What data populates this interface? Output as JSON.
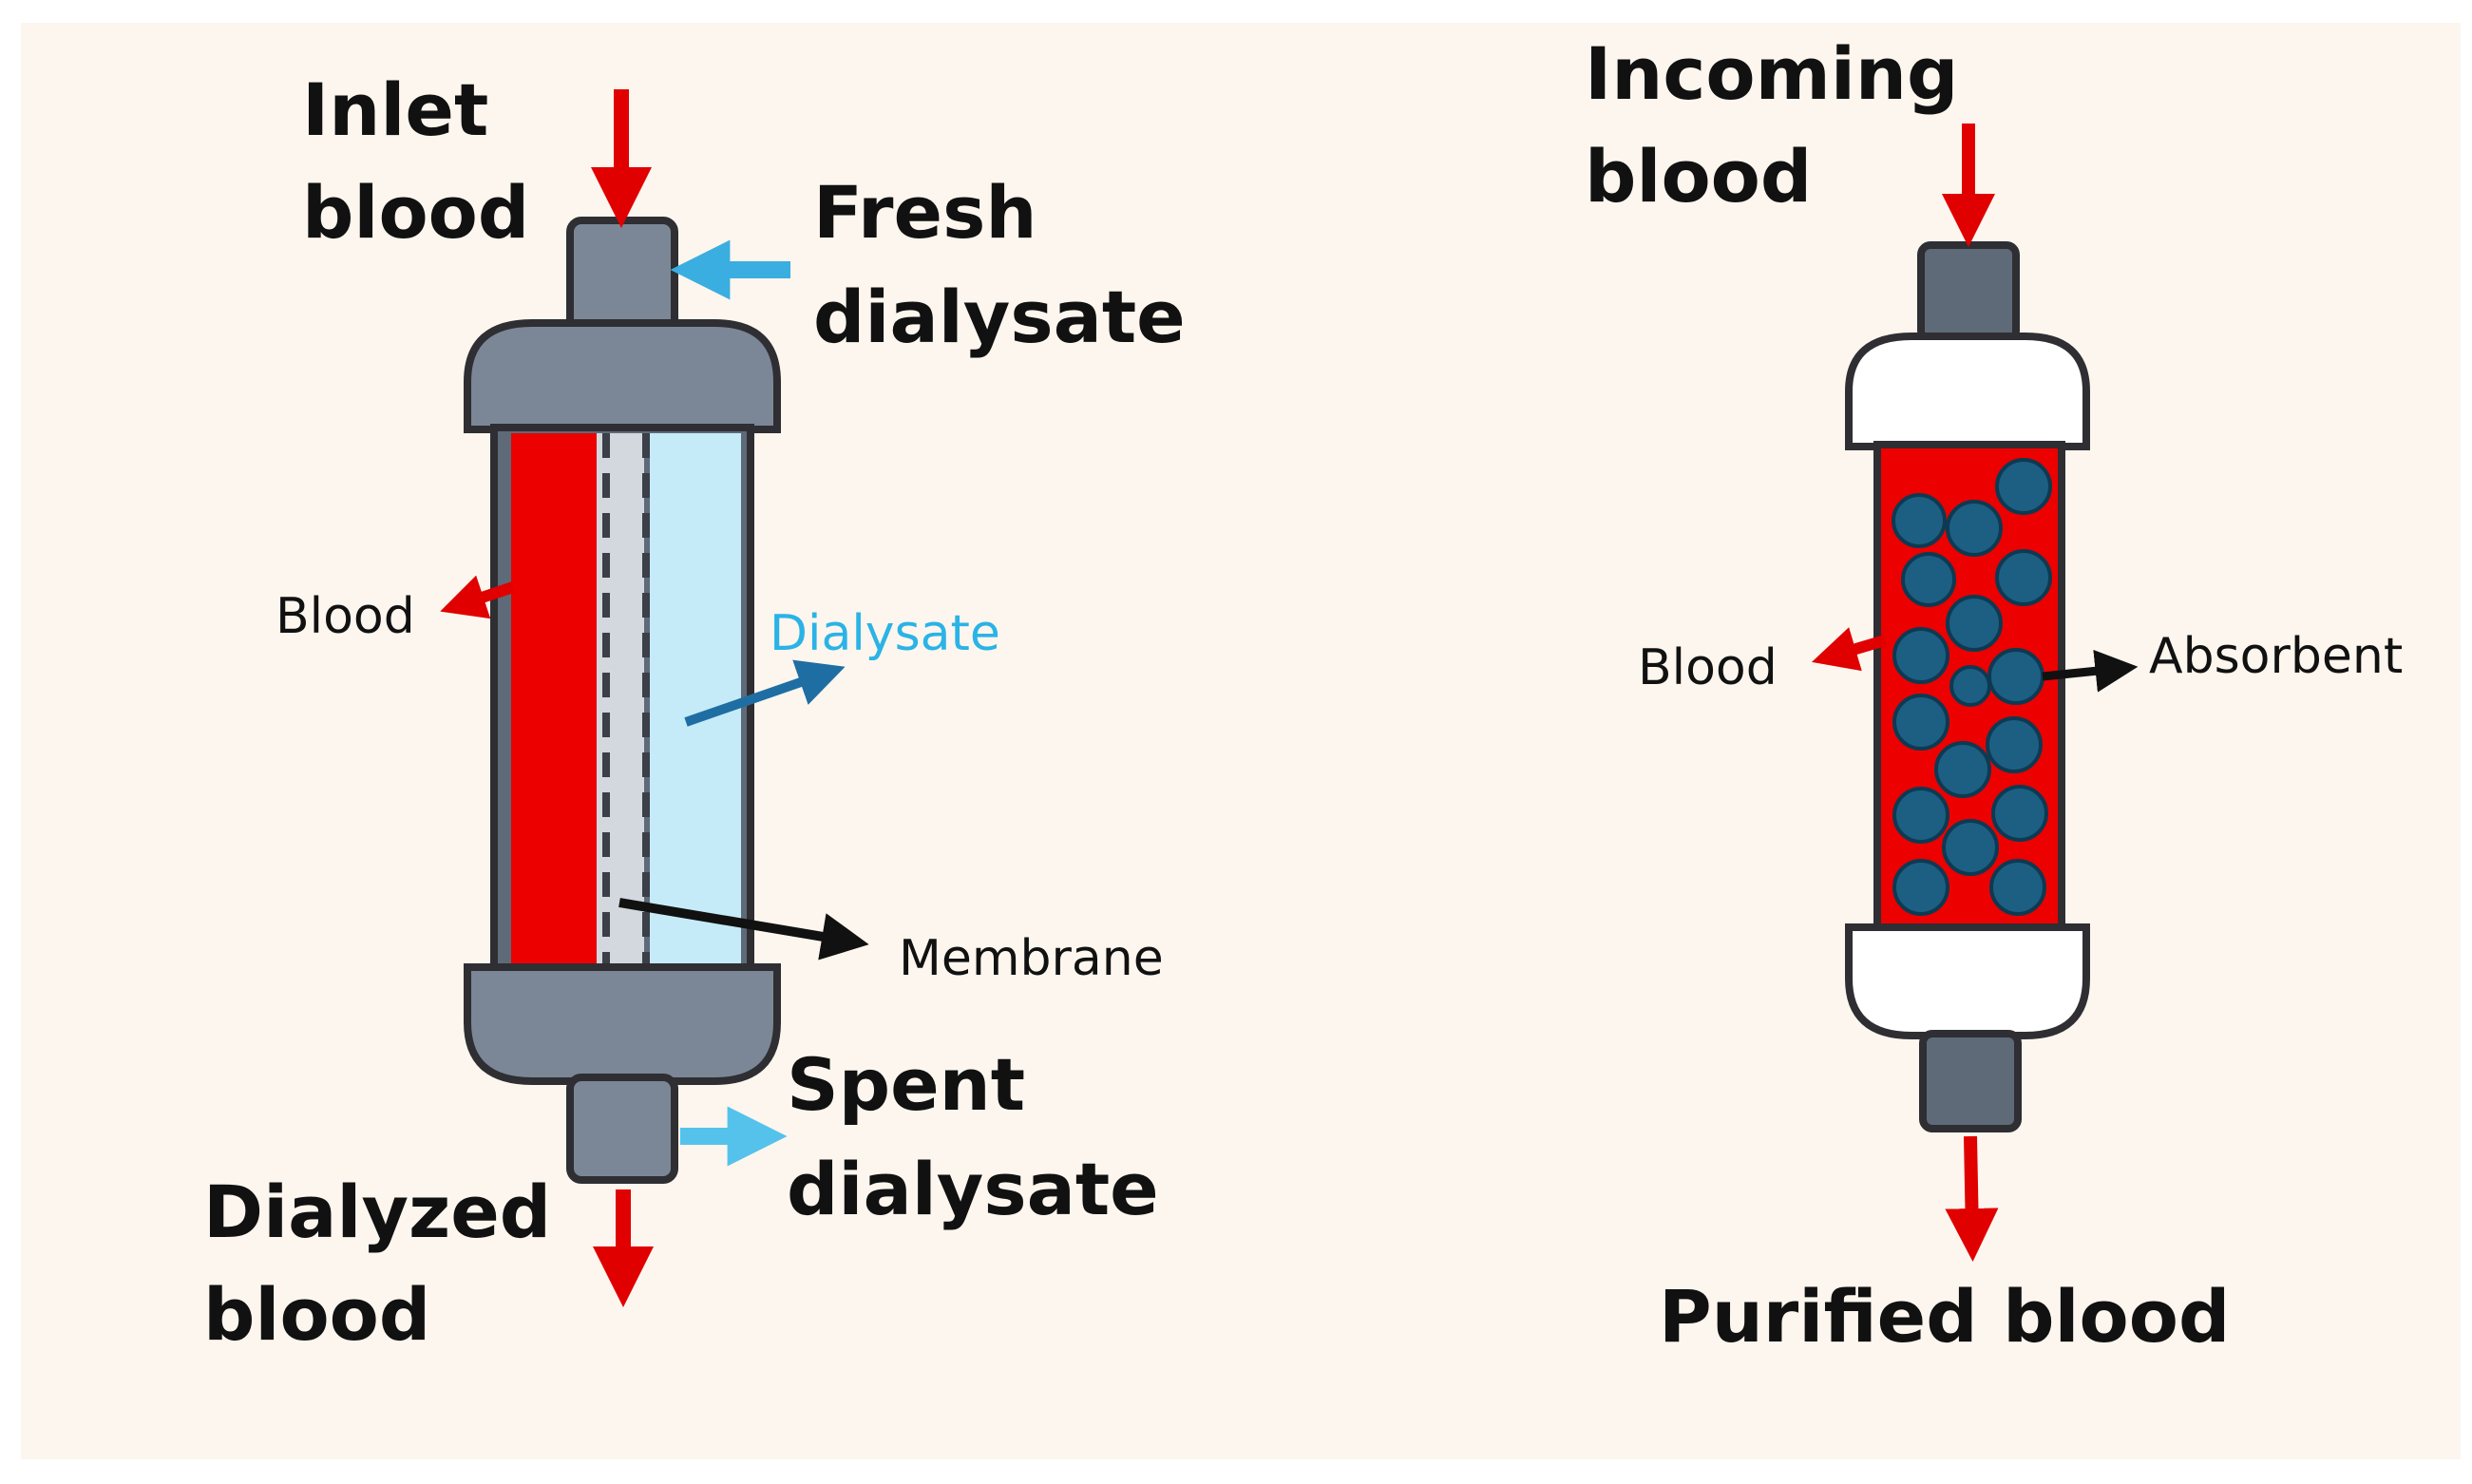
{
  "colors": {
    "background": "#fcf6ee",
    "frame": "#ffffff",
    "blood": "#ec0000",
    "arrow_red": "#e00000",
    "cartridge_grey": "#7b8796",
    "cartridge_dark": "#5e6a78",
    "outline": "#2e2e33",
    "dialysate_fill": "#c6ebf8",
    "membrane_fill": "#d3d7de",
    "fresh_arrow": "#3aaee0",
    "spent_arrow": "#55c2ec",
    "dialysate_text": "#2bb3e6",
    "dialysate_arrow": "#1f6ea3",
    "bead": "#1c5f82",
    "cap_white": "#ffffff"
  },
  "dialyzer": {
    "inlet_label": [
      "Inlet",
      "blood"
    ],
    "fresh_label": [
      "Fresh",
      "dialysate"
    ],
    "blood_label": "Blood",
    "dialysate_label": "Dialysate",
    "membrane_label": "Membrane",
    "spent_label": [
      "Spent",
      "dialysate"
    ],
    "dialyzed_label": [
      "Dialyzed",
      "blood"
    ]
  },
  "adsorber": {
    "incoming_label": [
      "Incoming",
      "blood"
    ],
    "blood_label": "Blood",
    "absorbent_label": "Absorbent",
    "purified_label": "Purified blood"
  }
}
